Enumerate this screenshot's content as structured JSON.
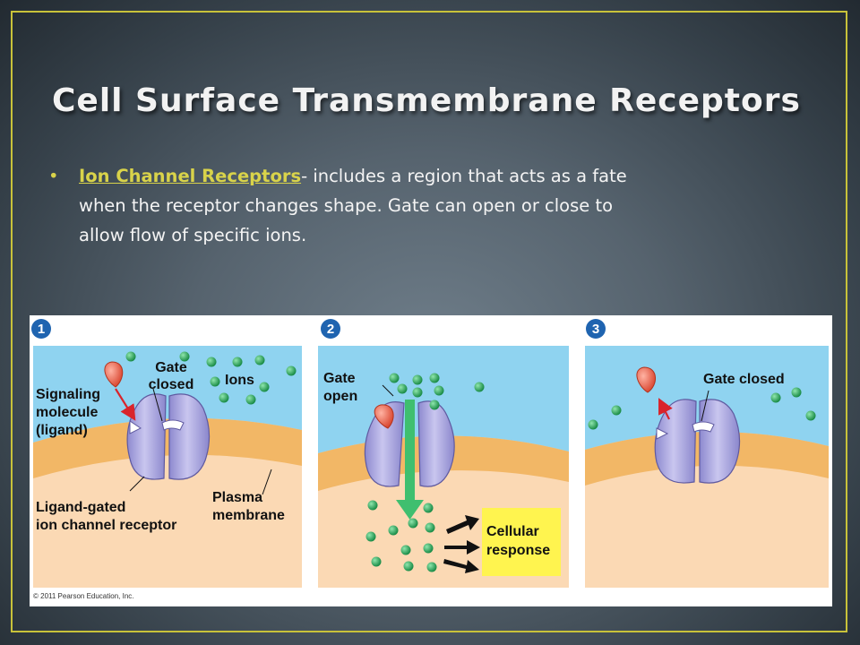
{
  "slide": {
    "title": "Cell Surface Transmembrane Receptors",
    "bullet": {
      "term": "Ion Channel Receptors",
      "line1_rest": "- includes a region that acts as a fate",
      "line2": "when the receptor changes shape.  Gate can open or close to",
      "line3": "allow flow of specific ions."
    }
  },
  "figure": {
    "panel1": {
      "number": "1",
      "gate_l1": "Gate",
      "gate_l2": "closed",
      "ions": "Ions",
      "signal_l1": "Signaling",
      "signal_l2": "molecule",
      "signal_l3": "(ligand)",
      "receptor_l1": "Ligand-gated",
      "receptor_l2": "ion channel receptor",
      "plasma_l1": "Plasma",
      "plasma_l2": "membrane"
    },
    "panel2": {
      "number": "2",
      "gate_l1": "Gate",
      "gate_l2": "open",
      "response_l1": "Cellular",
      "response_l2": "response"
    },
    "panel3": {
      "number": "3",
      "gate": "Gate closed"
    },
    "copyright": "© 2011 Pearson Education, Inc.",
    "colors": {
      "extracellular": "#8fd3f0",
      "membrane": "#f2b766",
      "cytoplasm": "#fbd9b4",
      "receptor": "#a9a6dc",
      "ligand": "#ef6a55",
      "ion": "#26a65b",
      "flow_arrow": "#3fbf6f",
      "response_box": "#fff44f"
    }
  }
}
